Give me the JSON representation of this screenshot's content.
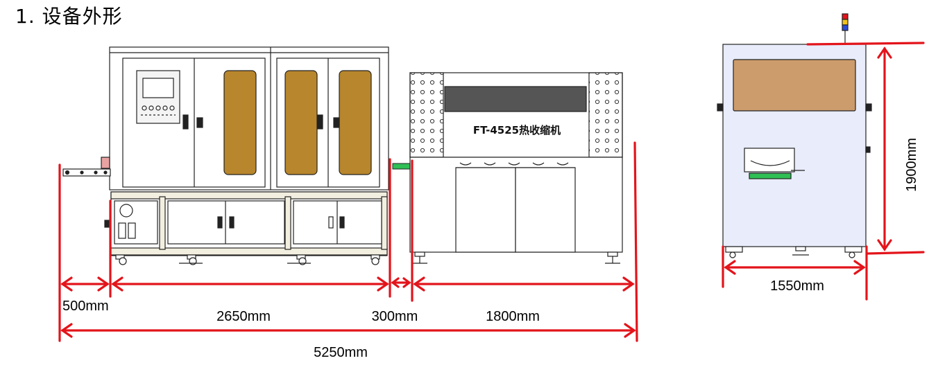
{
  "title": "1. 设备外形",
  "machine_label": "FT-4525热收缩机",
  "dimensions": {
    "front": [
      {
        "id": "seg1",
        "label": "500mm"
      },
      {
        "id": "seg2",
        "label": "2650mm"
      },
      {
        "id": "seg3",
        "label": "300mm"
      },
      {
        "id": "seg4",
        "label": "1800mm"
      },
      {
        "id": "total",
        "label": "5250mm"
      }
    ],
    "side_width": "1550mm",
    "side_height": "1900mm"
  },
  "colors": {
    "dimension_line": "#e3141b",
    "window_amber": "#b8862c",
    "side_panel": "#e8ecfb",
    "side_window": "#cd9c6c",
    "outline": "#222222",
    "conveyor_green": "#2fbf55"
  }
}
